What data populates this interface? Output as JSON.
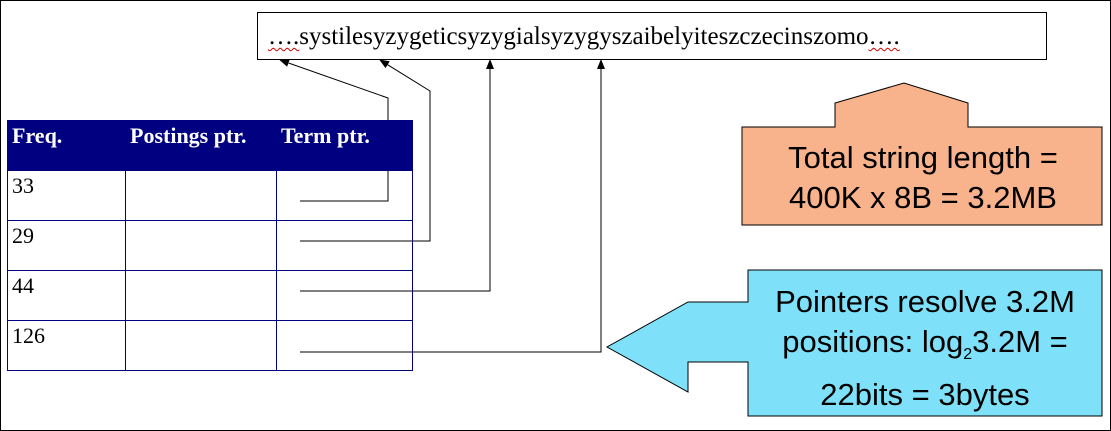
{
  "string_box": {
    "prefix": "….",
    "text": "systilesyzygeticsyzygialsyzygyszaibelyiteszczecinszomo",
    "suffix": "…."
  },
  "table": {
    "headers": [
      "Freq.",
      "Postings ptr.",
      "Term ptr."
    ],
    "rows": [
      {
        "freq": "33"
      },
      {
        "freq": "29"
      },
      {
        "freq": "44"
      },
      {
        "freq": "126"
      }
    ]
  },
  "callout_up": {
    "line1": "Total string length =",
    "line2": "400K x 8B = 3.2MB",
    "color": "#f8b28c"
  },
  "callout_left": {
    "line1": "Pointers resolve 3.2M",
    "line2_pre": "positions: log",
    "line2_sub": "2",
    "line2_post": "3.2M =",
    "line3": "22bits = 3bytes",
    "color": "#7fe1f9"
  }
}
